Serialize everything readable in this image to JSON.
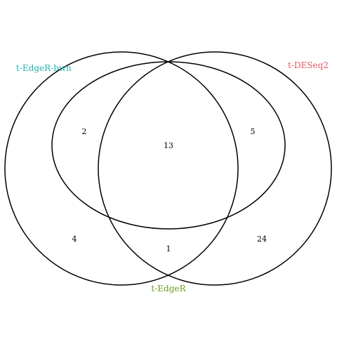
{
  "sets": [
    {
      "id": "edger_bwn",
      "label": "t-EdgeR-bwn",
      "color": "#1fb3b3"
    },
    {
      "id": "deseq2",
      "label": "t-DESeq2",
      "color": "#e5575f"
    },
    {
      "id": "edger",
      "label": "t-EdgeR",
      "color": "#6a9a1f"
    }
  ],
  "regions": {
    "edger_bwn_only": "4",
    "edger_bwn_and_edger": "2",
    "all_three": "13",
    "edger_and_deseq2": "5",
    "deseq2_only": "24",
    "edger_bwn_and_deseq2": "1"
  }
}
